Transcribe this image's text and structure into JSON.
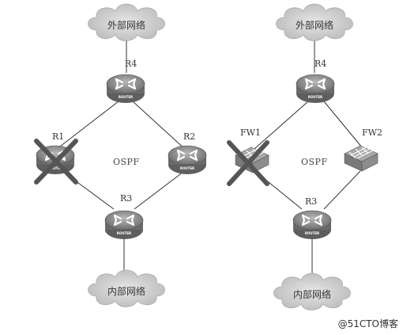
{
  "left_topology": {
    "cloud_top": "外部网络",
    "cloud_bottom": "内部网络",
    "protocol": "OSPF",
    "nodes": [
      {
        "id": "R4",
        "label": "R4",
        "type": "router",
        "failed": false
      },
      {
        "id": "R1",
        "label": "R1",
        "type": "router",
        "failed": true
      },
      {
        "id": "R2",
        "label": "R2",
        "type": "router",
        "failed": false
      },
      {
        "id": "R3",
        "label": "R3",
        "type": "router",
        "failed": false
      }
    ]
  },
  "right_topology": {
    "cloud_top": "外部网络",
    "cloud_bottom": "内部网络",
    "protocol": "OSPF",
    "nodes": [
      {
        "id": "R4",
        "label": "R4",
        "type": "router",
        "failed": false
      },
      {
        "id": "FW1",
        "label": "FW1",
        "type": "firewall",
        "failed": true
      },
      {
        "id": "FW2",
        "label": "FW2",
        "type": "firewall",
        "failed": false
      },
      {
        "id": "R3",
        "label": "R3",
        "type": "router",
        "failed": false
      }
    ]
  },
  "router_tag": "ROUTER",
  "watermark": "@51CTO博客",
  "colors": {
    "failure_cross": "#555555",
    "device_gray": "#8a8a8a",
    "cloud": "#cfcfcf"
  }
}
